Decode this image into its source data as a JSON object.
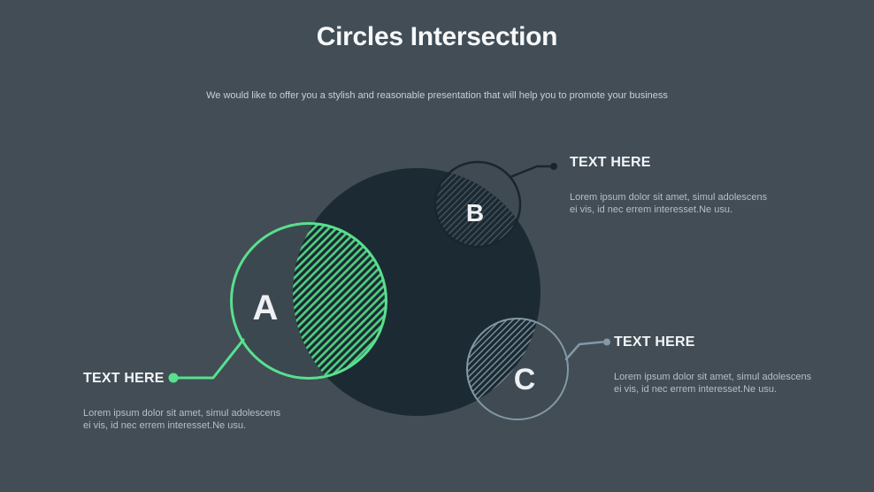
{
  "slide": {
    "title": "Circles Intersection",
    "subtitle": "We would like to offer you a stylish and reasonable presentation that will help you to promote your business"
  },
  "diagram": {
    "circle_labels": {
      "a": "A",
      "b": "B",
      "c": "C"
    }
  },
  "callouts": {
    "a": {
      "heading": "TEXT HERE",
      "body_lines": [
        "Lorem ipsum dolor sit amet, simul adolescens",
        "ei vis, id nec errem interesset.Ne usu."
      ]
    },
    "b": {
      "heading": "TEXT HERE",
      "body_lines": [
        "Lorem ipsum dolor sit amet, simul adolescens",
        "ei vis, id nec errem interesset.Ne usu."
      ]
    },
    "c": {
      "heading": "TEXT HERE",
      "body_lines": [
        "Lorem ipsum dolor sit amet, simul adolescens",
        "ei vis, id nec errem interesset.Ne usu."
      ]
    }
  },
  "colors": {
    "background": "#424d56",
    "big_circle_fill": "#1c2b33",
    "accent_green": "#58e08e",
    "dark_accent": "#18272f",
    "light_accent": "#8399a6",
    "hatch_b": "#46555e",
    "hatch_c": "#7d929e",
    "title_text": "#f7f8f9",
    "subtitle_text": "#c9d0d6",
    "heading_text": "#f3f5f6",
    "body_text": "#b7bfc6"
  }
}
